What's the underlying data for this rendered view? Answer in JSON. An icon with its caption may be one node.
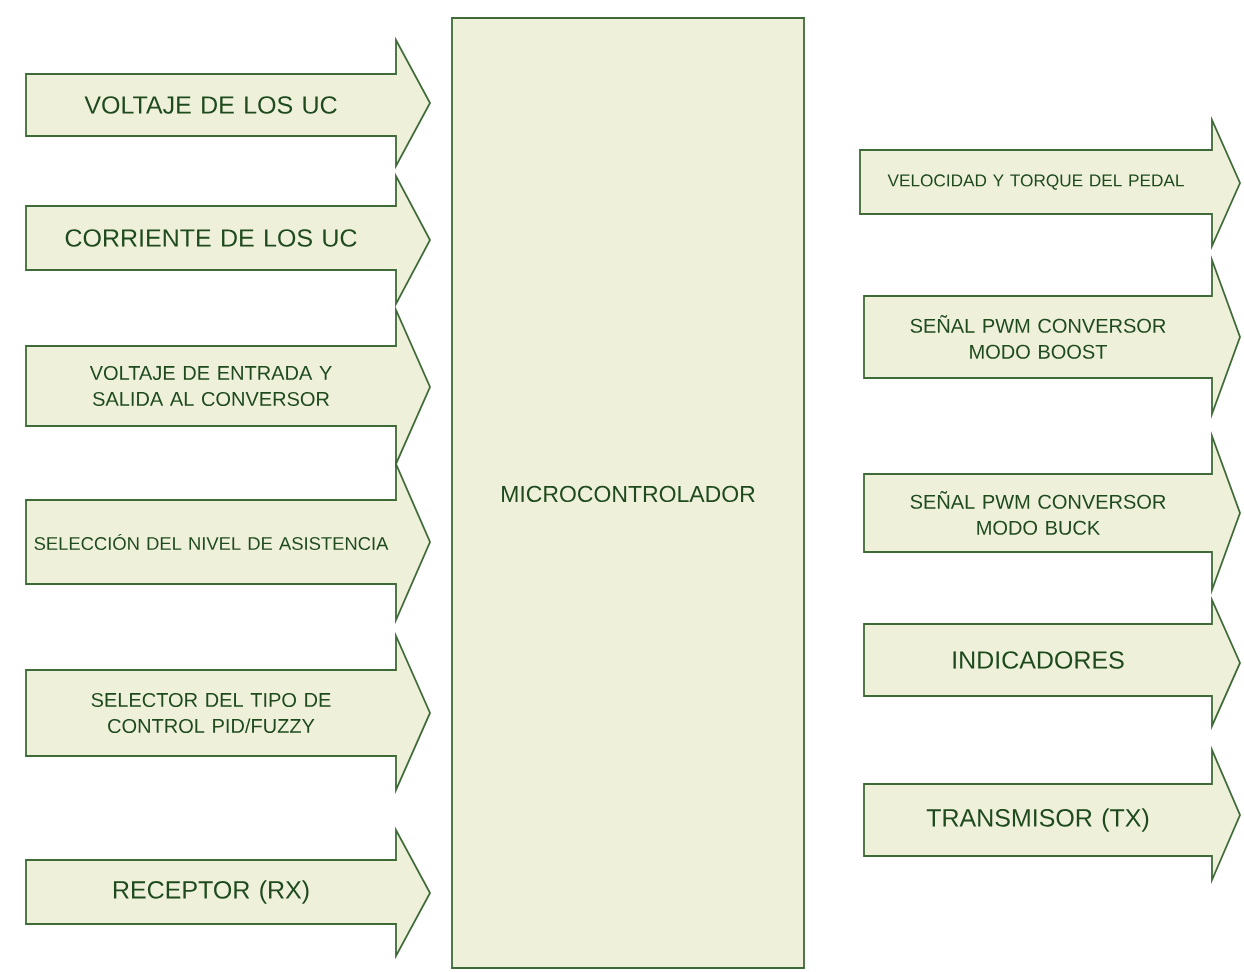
{
  "diagram": {
    "nodes": [
      {
        "text": [
          "VOLTAJE DE LOS UC"
        ]
      },
      {
        "text": [
          "CORRIENTE DE LOS UC"
        ]
      },
      {
        "text": [
          "VOLTAJE DE ENTRADA Y SALIDA AL CONVERSOR"
        ]
      },
      {
        "text": [
          "SELECCIÓN DEL NIVEL DE ASISTENCIA"
        ]
      },
      {
        "text": [
          "SELECTOR DEL TIPO DE CONTROL PID/FUZZY"
        ]
      },
      {
        "text": [
          "RECEPTOR (RX)"
        ]
      },
      {
        "text": [
          "MICROCONTROLADOR"
        ]
      },
      {
        "text": [
          "VELOCIDAD Y TORQUE DEL PEDAL"
        ]
      },
      {
        "text": [
          "SEÑAL PWM CONVERSOR MODO BOOST"
        ]
      },
      {
        "text": [
          "SEÑAL PWM CONVERSOR MODO BUCK"
        ]
      },
      {
        "text": [
          "INDICADORES"
        ]
      },
      {
        "text": [
          "TRANSMISOR (TX)"
        ]
      }
    ]
  }
}
